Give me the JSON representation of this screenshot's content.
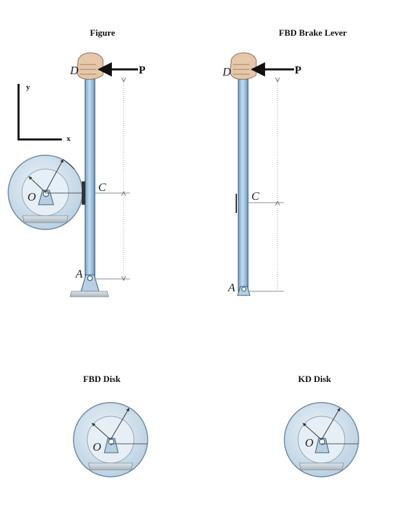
{
  "titles": {
    "figure": "Figure",
    "fbd_lever": "FBD Brake Lever",
    "fbd_disk": "FBD Disk",
    "kd_disk": "KD Disk"
  },
  "axes": {
    "y": "y",
    "x": "x"
  },
  "points": {
    "D": "D",
    "C": "C",
    "A": "A",
    "O": "O",
    "P": "P"
  },
  "colors": {
    "lever_fill": "#a6c8e3",
    "lever_stroke": "#3a5f80",
    "disk_outer": "#cfdfec",
    "disk_inner": "#dde9f2",
    "dimension_line": "#9a9a9a",
    "force_arrow": "#111111",
    "hand": "#e7c7a9"
  }
}
